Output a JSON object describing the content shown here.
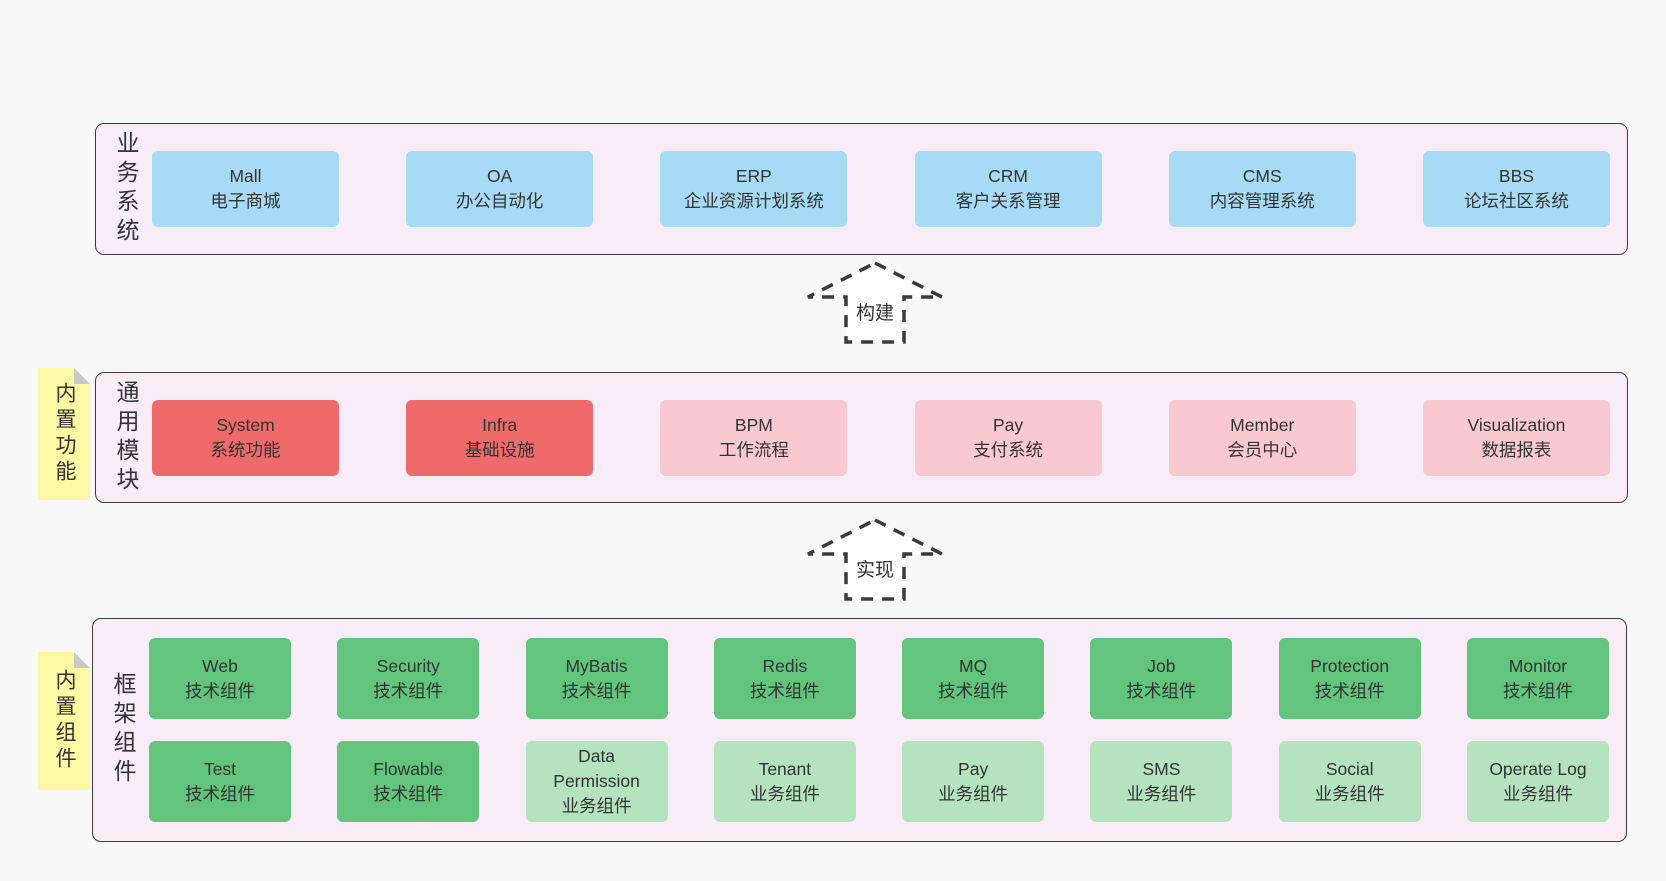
{
  "colors": {
    "blue": "#a7dbf5",
    "red": "#ef6a6a",
    "pink": "#f9c9d2",
    "green": "#63c57d",
    "lightgreen": "#b5e3c0",
    "note_yellow": "#fbf9a3",
    "fold_gray": "#c9c9c9",
    "band_bg": "#f8edf6",
    "border": "#3c3c3c",
    "page_bg": "#f8f8f8",
    "text": "#333333"
  },
  "arrows": [
    {
      "label": "构建"
    },
    {
      "label": "实现"
    }
  ],
  "bands": [
    {
      "label": "业务系统",
      "boxes": [
        {
          "name": "Mall",
          "desc": "电子商城"
        },
        {
          "name": "OA",
          "desc": "办公自动化"
        },
        {
          "name": "ERP",
          "desc": "企业资源计划系统"
        },
        {
          "name": "CRM",
          "desc": "客户关系管理"
        },
        {
          "name": "CMS",
          "desc": "内容管理系统"
        },
        {
          "name": "BBS",
          "desc": "论坛社区系统"
        }
      ]
    },
    {
      "label": "通用模块",
      "note": "内置功能",
      "boxes": [
        {
          "name": "System",
          "desc": "系统功能"
        },
        {
          "name": "Infra",
          "desc": "基础设施"
        },
        {
          "name": "BPM",
          "desc": "工作流程"
        },
        {
          "name": "Pay",
          "desc": "支付系统"
        },
        {
          "name": "Member",
          "desc": "会员中心"
        },
        {
          "name": "Visualization",
          "desc": "数据报表"
        }
      ]
    },
    {
      "label": "框架组件",
      "note": "内置组件",
      "rows": [
        [
          {
            "name": "Web",
            "desc": "技术组件"
          },
          {
            "name": "Security",
            "desc": "技术组件"
          },
          {
            "name": "MyBatis",
            "desc": "技术组件"
          },
          {
            "name": "Redis",
            "desc": "技术组件"
          },
          {
            "name": "MQ",
            "desc": "技术组件"
          },
          {
            "name": "Job",
            "desc": "技术组件"
          },
          {
            "name": "Protection",
            "desc": "技术组件"
          },
          {
            "name": "Monitor",
            "desc": "技术组件"
          }
        ],
        [
          {
            "name": "Test",
            "desc": "技术组件"
          },
          {
            "name": "Flowable",
            "desc": "技术组件"
          },
          {
            "name": "Data Permission",
            "desc": "业务组件"
          },
          {
            "name": "Tenant",
            "desc": "业务组件"
          },
          {
            "name": "Pay",
            "desc": "业务组件"
          },
          {
            "name": "SMS",
            "desc": "业务组件"
          },
          {
            "name": "Social",
            "desc": "业务组件"
          },
          {
            "name": "Operate Log",
            "desc": "业务组件"
          }
        ]
      ]
    }
  ]
}
